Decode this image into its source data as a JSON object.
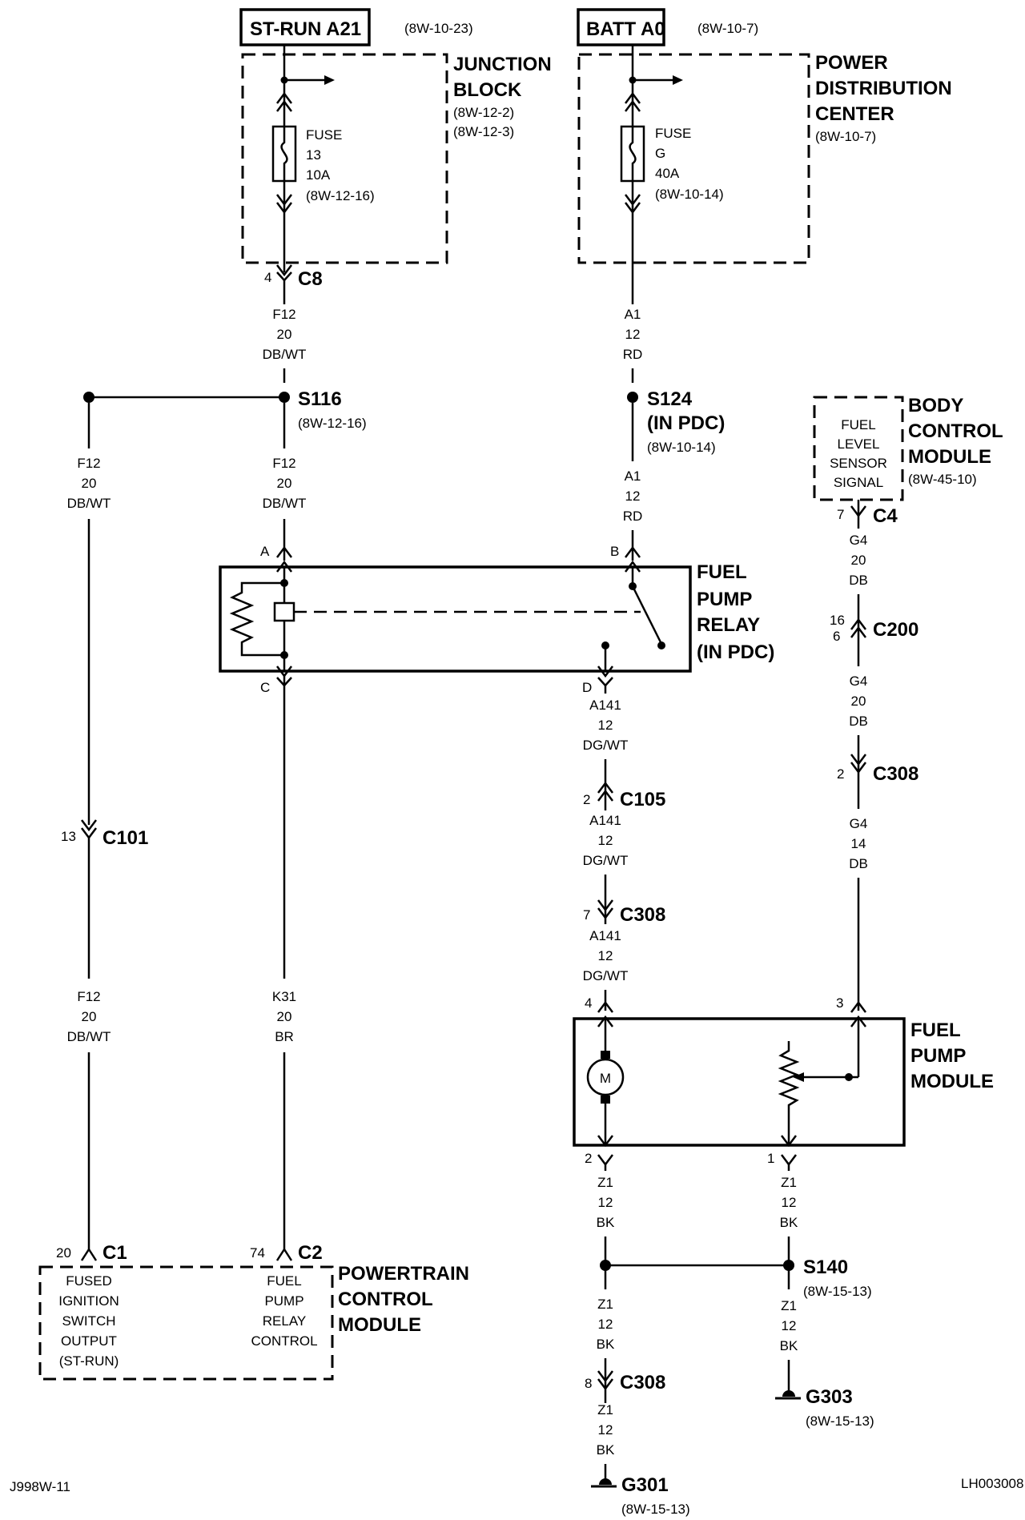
{
  "sources": {
    "st_run": {
      "label": "ST-RUN A21",
      "ref": "(8W-10-23)"
    },
    "batt": {
      "label": "BATT A0",
      "ref": "(8W-10-7)"
    }
  },
  "junction_block": {
    "title": [
      "JUNCTION",
      "BLOCK"
    ],
    "refs": [
      "(8W-12-2)",
      "(8W-12-3)"
    ],
    "fuse": [
      "FUSE",
      "13",
      "10A",
      "(8W-12-16)"
    ]
  },
  "pdc": {
    "title": [
      "POWER",
      "DISTRIBUTION",
      "CENTER"
    ],
    "refs": [
      "(8W-10-7)"
    ],
    "fuse": [
      "FUSE",
      "G",
      "40A",
      "(8W-10-14)"
    ]
  },
  "connectors": {
    "c8": {
      "pin": "4",
      "name": "C8"
    },
    "c4": {
      "pin": "7",
      "name": "C4"
    },
    "c200": {
      "pin_top": "16",
      "pin_bottom": "6",
      "name": "C200"
    },
    "c308_g4": {
      "pin": "2",
      "name": "C308"
    },
    "c105": {
      "pin": "2",
      "name": "C105"
    },
    "c308_a141": {
      "pin": "7",
      "name": "C308"
    },
    "c101": {
      "pin": "13",
      "name": "C101"
    },
    "c1": {
      "pin": "20",
      "name": "C1"
    },
    "c2": {
      "pin": "74",
      "name": "C2"
    },
    "c308_z1": {
      "pin": "8",
      "name": "C308"
    }
  },
  "wires": {
    "f12_top": [
      "F12",
      "20",
      "DB/WT"
    ],
    "f12_left": [
      "F12",
      "20",
      "DB/WT"
    ],
    "f12_mid": [
      "F12",
      "20",
      "DB/WT"
    ],
    "f12_low": [
      "F12",
      "20",
      "DB/WT"
    ],
    "k31": [
      "K31",
      "20",
      "BR"
    ],
    "a1_top": [
      "A1",
      "12",
      "RD"
    ],
    "a1_mid": [
      "A1",
      "12",
      "RD"
    ],
    "a141_1": [
      "A141",
      "12",
      "DG/WT"
    ],
    "a141_2": [
      "A141",
      "12",
      "DG/WT"
    ],
    "a141_3": [
      "A141",
      "12",
      "DG/WT"
    ],
    "g4_1": [
      "G4",
      "20",
      "DB"
    ],
    "g4_2": [
      "G4",
      "20",
      "DB"
    ],
    "g4_3": [
      "G4",
      "14",
      "DB"
    ],
    "z1_left1": [
      "Z1",
      "12",
      "BK"
    ],
    "z1_left2": [
      "Z1",
      "12",
      "BK"
    ],
    "z1_left3": [
      "Z1",
      "12",
      "BK"
    ],
    "z1_right1": [
      "Z1",
      "12",
      "BK"
    ],
    "z1_right2": [
      "Z1",
      "12",
      "BK"
    ]
  },
  "splices": {
    "s116": {
      "name": "S116",
      "ref": "(8W-12-16)"
    },
    "s124": {
      "name": "S124",
      "sub": "(IN PDC)",
      "ref": "(8W-10-14)"
    },
    "s140": {
      "name": "S140",
      "ref": "(8W-15-13)"
    }
  },
  "bcm": {
    "title": [
      "BODY",
      "CONTROL",
      "MODULE"
    ],
    "ref": "(8W-45-10)",
    "signal": [
      "FUEL",
      "LEVEL",
      "SENSOR",
      "SIGNAL"
    ]
  },
  "relay": {
    "title": [
      "FUEL",
      "PUMP",
      "RELAY",
      "(IN PDC)"
    ],
    "pins": {
      "a": "A",
      "b": "B",
      "c": "C",
      "d": "D"
    }
  },
  "pump_module": {
    "title": [
      "FUEL",
      "PUMP",
      "MODULE"
    ],
    "motor": "M",
    "pins": {
      "p4": "4",
      "p3": "3",
      "p2": "2",
      "p1": "1"
    }
  },
  "pcm": {
    "title": [
      "POWERTRAIN",
      "CONTROL",
      "MODULE"
    ],
    "output1": [
      "FUSED",
      "IGNITION",
      "SWITCH",
      "OUTPUT",
      "(ST-RUN)"
    ],
    "output2": [
      "FUEL",
      "PUMP",
      "RELAY",
      "CONTROL"
    ]
  },
  "grounds": {
    "g301": {
      "name": "G301",
      "ref": "(8W-15-13)"
    },
    "g303": {
      "name": "G303",
      "ref": "(8W-15-13)"
    }
  },
  "footer": {
    "left": "J998W-11",
    "right": "LH003008"
  }
}
